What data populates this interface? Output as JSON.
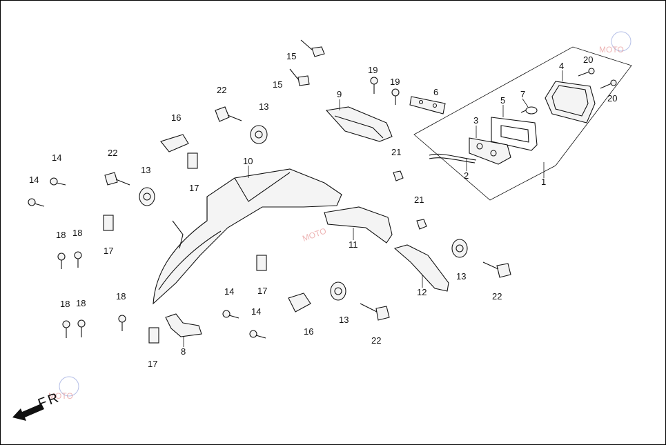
{
  "callouts": {
    "c1": "1",
    "c2": "2",
    "c3": "3",
    "c4": "4",
    "c5": "5",
    "c6": "6",
    "c7": "7",
    "c8": "8",
    "c9": "9",
    "c10": "10",
    "c11": "11",
    "c12": "12",
    "c13a": "13",
    "c13b": "13",
    "c13c": "13",
    "c13d": "13",
    "c14a": "14",
    "c14b": "14",
    "c14c": "14",
    "c14d": "14",
    "c15a": "15",
    "c15b": "15",
    "c16a": "16",
    "c16b": "16",
    "c17a": "17",
    "c17b": "17",
    "c17c": "17",
    "c17d": "17",
    "c18a": "18",
    "c18b": "18",
    "c18c": "18",
    "c18d": "18",
    "c18e": "18",
    "c19a": "19",
    "c19b": "19",
    "c20a": "20",
    "c20b": "20",
    "c21a": "21",
    "c21b": "21",
    "c22a": "22",
    "c22b": "22",
    "c22c": "22",
    "c22d": "22"
  },
  "direction_label": "FR",
  "watermark": "MOTO",
  "colors": {
    "line": "#111111",
    "background": "#ffffff",
    "watermark": "#e07a7a"
  }
}
